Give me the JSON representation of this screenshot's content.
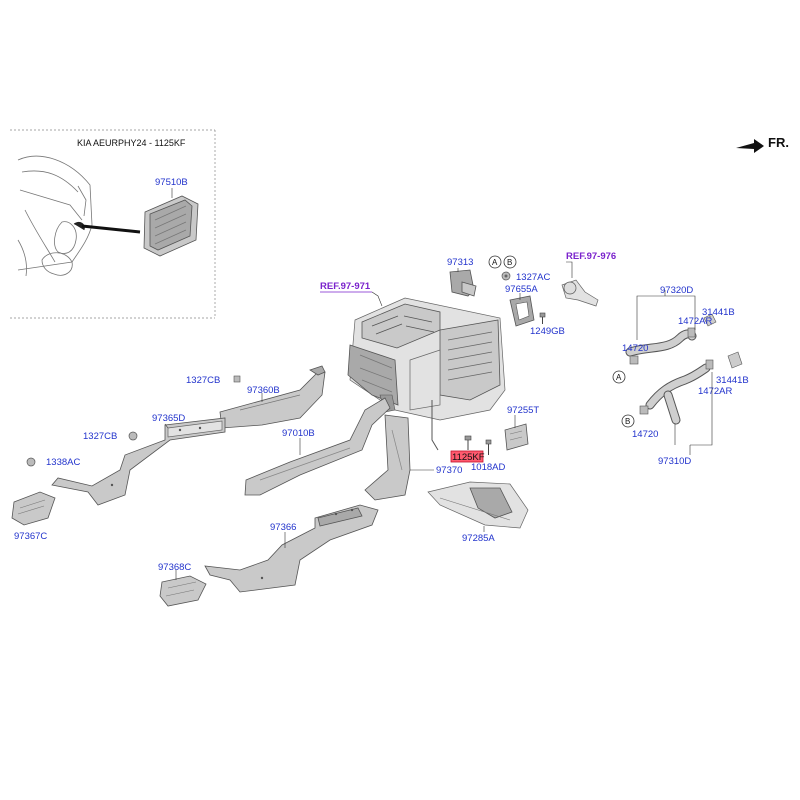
{
  "inset": {
    "title": "KIA AEURPHY24 - 1125KF",
    "part_label": "97510B"
  },
  "orientation": {
    "label": "FR."
  },
  "refs": {
    "ref_971": "REF.97-971",
    "ref_976": "REF.97-976"
  },
  "callouts": {
    "c97313": "97313",
    "c1327AC": "1327AC",
    "c97655A": "97655A",
    "c1249GB": "1249GB",
    "c97320D": "97320D",
    "c31441B_top": "31441B",
    "c1472AR_top": "1472AR",
    "c14720_top": "14720",
    "c31441B_bot": "31441B",
    "c1472AR_bot": "1472AR",
    "c14720_bot": "14720",
    "c97310D": "97310D",
    "c1327CB_a": "1327CB",
    "c97360B": "97360B",
    "c97365D": "97365D",
    "c1327CB_b": "1327CB",
    "c1338AC": "1338AC",
    "c97010B": "97010B",
    "c97255T": "97255T",
    "c1125KF": "1125KF",
    "c1018AD": "1018AD",
    "c97370": "97370",
    "c97367C": "97367C",
    "c97366": "97366",
    "c97285A": "97285A",
    "c97368C": "97368C"
  },
  "markers": {
    "A": "A",
    "B": "B"
  },
  "highlight_color": "#ff5a6e",
  "label_color": "#2233cc",
  "ref_color": "#7a22cc"
}
